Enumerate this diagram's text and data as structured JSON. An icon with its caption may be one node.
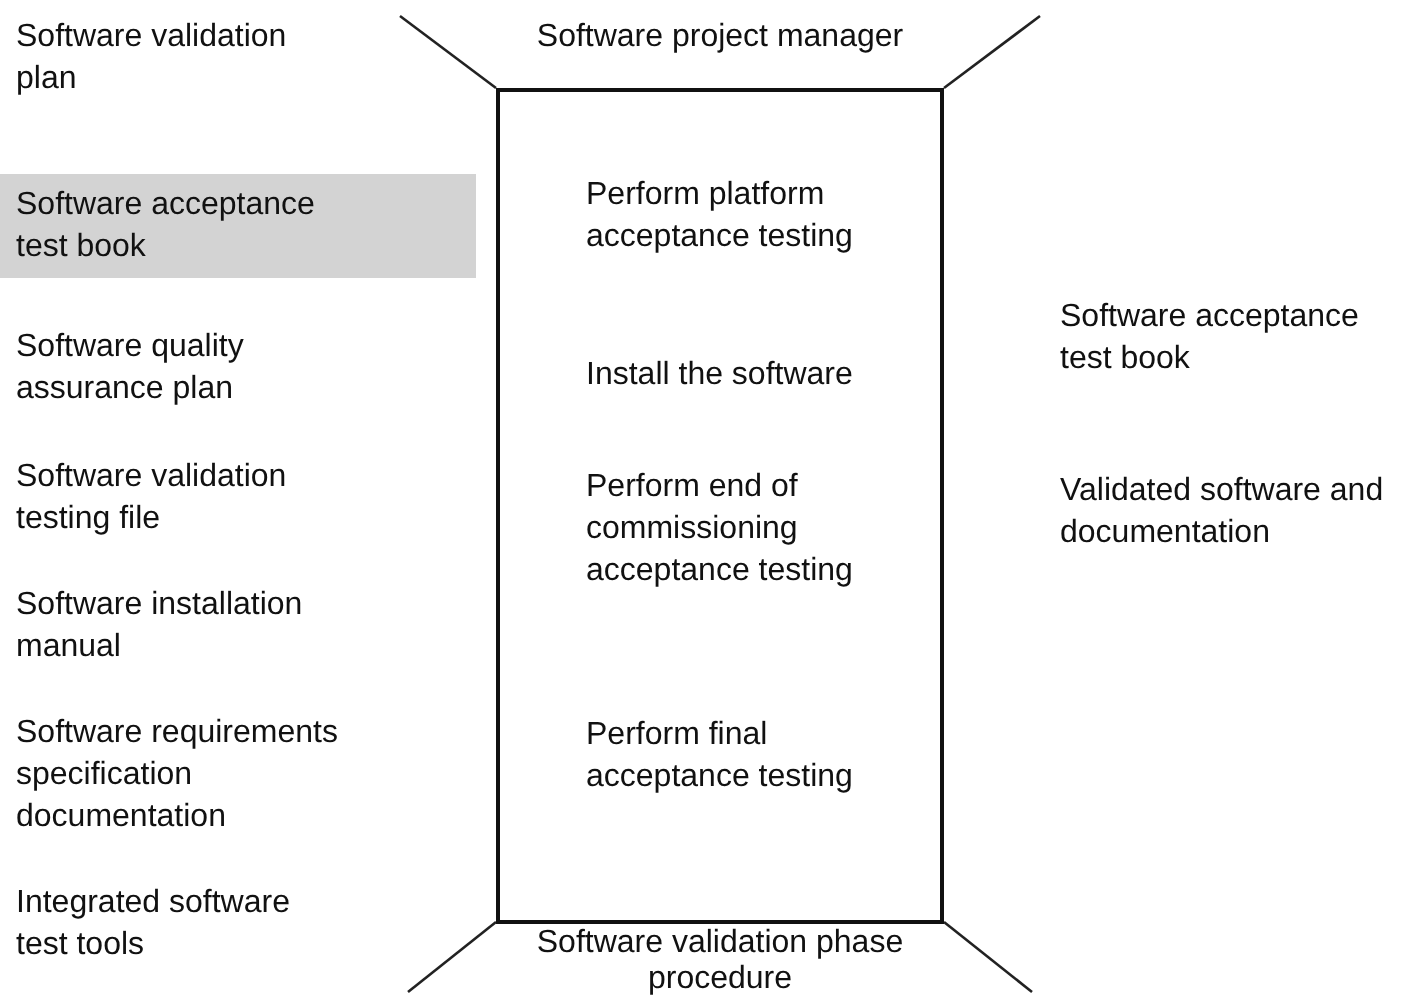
{
  "diagram": {
    "nodes": [
      {
        "text": [
          "Perform platform acceptance testing",
          "Install the software",
          "Perform end of commissioning acceptance testing",
          "Perform final acceptance testing"
        ],
        "beside": [
          "Software project manager",
          "Software validation phase procedure"
        ]
      },
      {
        "text": [
          "Software acceptance test book"
        ]
      }
    ],
    "labels": [
      "Software validation plan",
      "Software quality assurance plan",
      "Software acceptance test book",
      "Software validation testing file",
      "Validated software and documentation",
      "Software installation manual",
      "Software requirements specification documentation",
      "Integrated software test tools"
    ]
  }
}
